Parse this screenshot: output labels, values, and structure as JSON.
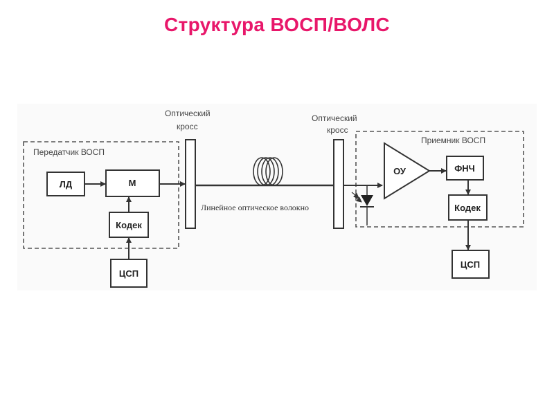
{
  "slide": {
    "title": "Структура ВОСП/ВОЛС",
    "title_color": "#e8176a"
  },
  "diagram": {
    "transmitter_label": "Передатчик ВОСП",
    "receiver_label": "Приемник ВОСП",
    "cross_left_line1": "Оптический",
    "cross_left_line2": "кросс",
    "cross_right_line1": "Оптический",
    "cross_right_line2": "кросс",
    "fiber_label": "Линейное оптическое волокно",
    "blocks": {
      "ld": "ЛД",
      "m": "М",
      "codec_tx": "Кодек",
      "csp_tx": "ЦСП",
      "ou": "ОУ",
      "fnch": "ФНЧ",
      "codec_rx": "Кодек",
      "csp_rx": "ЦСП"
    }
  }
}
